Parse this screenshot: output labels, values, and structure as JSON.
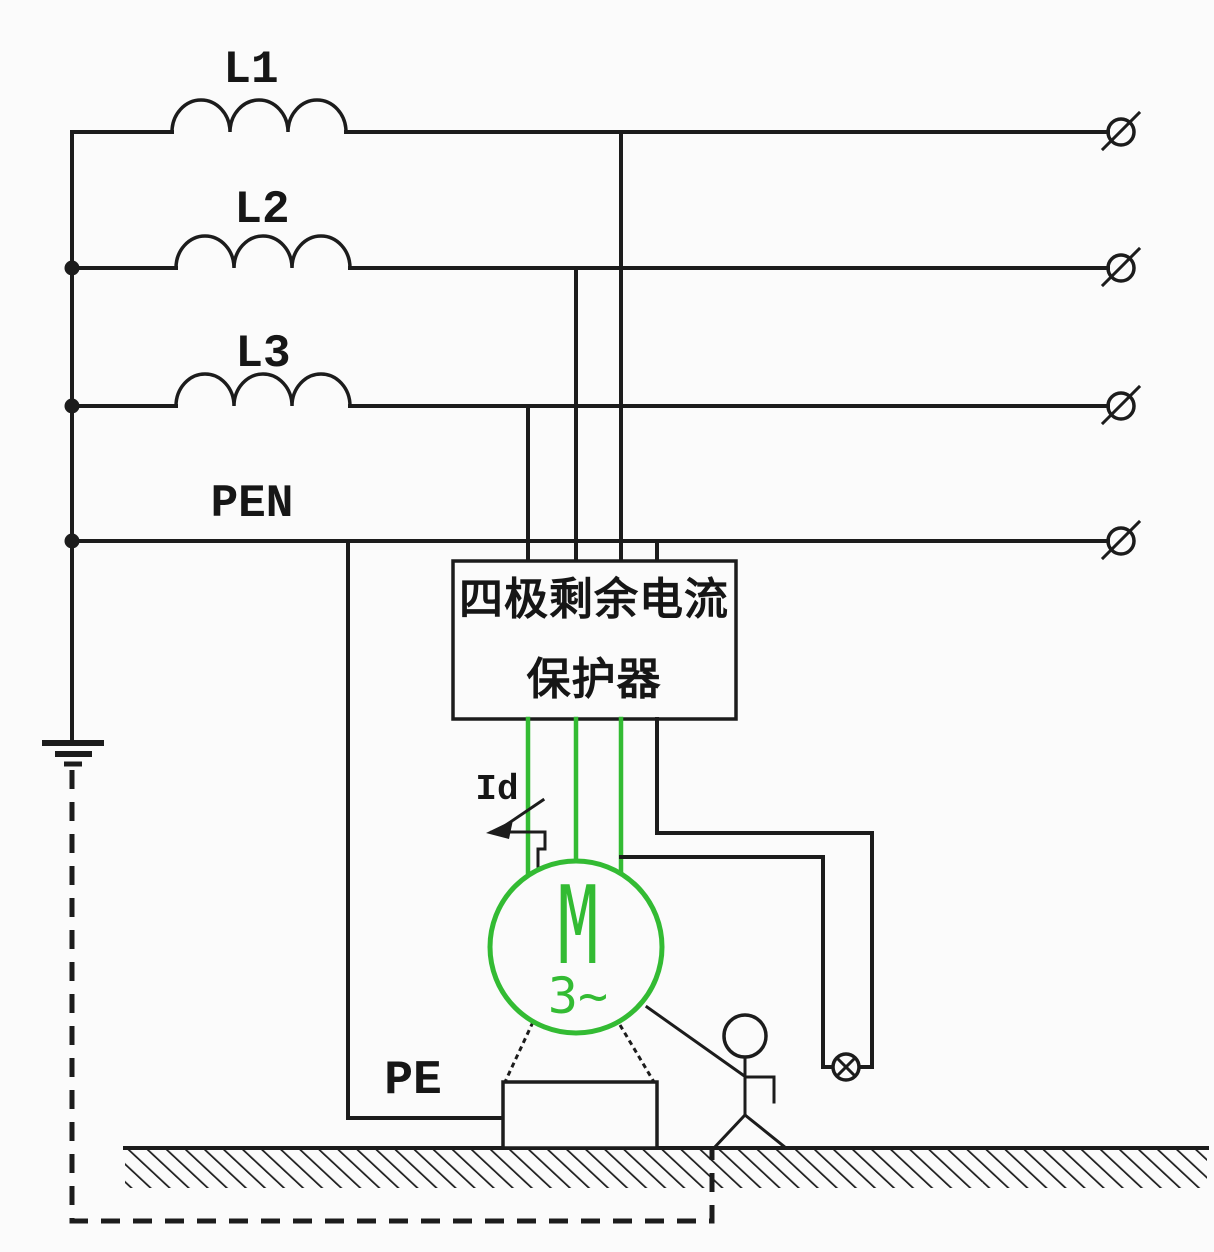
{
  "colors": {
    "wire": "#1c1c1c",
    "green": "#33bb33",
    "background": "#fbfbfb",
    "text": "#161616"
  },
  "labels": {
    "l1": "L1",
    "l2": "L2",
    "l3": "L3",
    "pen": "PEN",
    "pe": "PE",
    "fault_current": "Id"
  },
  "rcd": {
    "title_line1": "四极剩余电流",
    "title_line2": "保护器"
  },
  "motor": {
    "symbol": "M",
    "phase": "3~"
  }
}
